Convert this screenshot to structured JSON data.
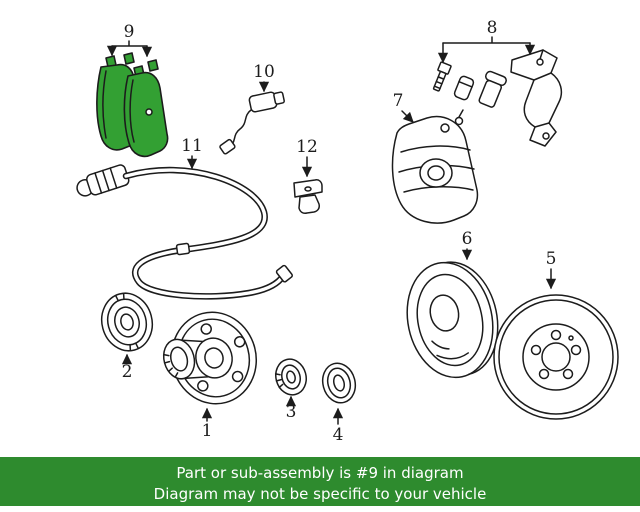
{
  "diagram": {
    "background": "#ffffff",
    "line_color": "#1c1c1c",
    "highlighted_part": "9",
    "highlight_color": "#33a033",
    "callouts": [
      {
        "label": "1"
      },
      {
        "label": "2"
      },
      {
        "label": "3"
      },
      {
        "label": "4"
      },
      {
        "label": "5"
      },
      {
        "label": "6"
      },
      {
        "label": "7"
      },
      {
        "label": "8"
      },
      {
        "label": "9"
      },
      {
        "label": "10"
      },
      {
        "label": "11"
      },
      {
        "label": "12"
      }
    ]
  },
  "banner": {
    "line1": "Part or sub-assembly is #9 in diagram",
    "line2": "Diagram may not be specific to your vehicle",
    "bg_color": "#2e8b2e",
    "text_color": "#ffffff"
  }
}
